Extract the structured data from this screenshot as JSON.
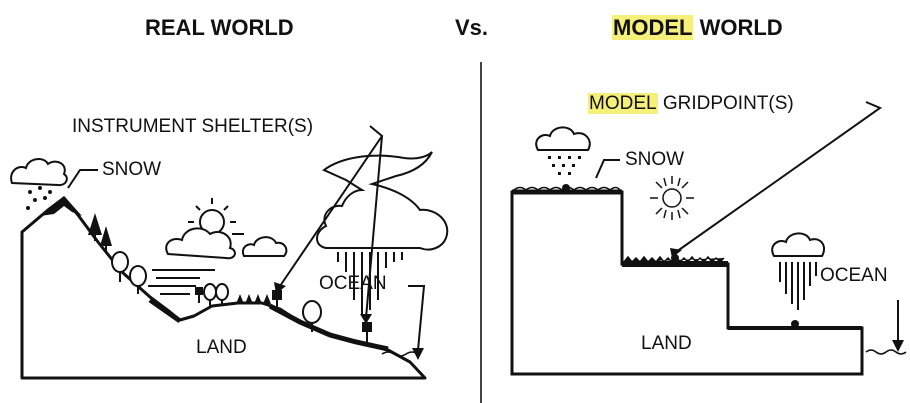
{
  "colors": {
    "highlight": "#f5f07a",
    "ink": "#111111"
  },
  "titles": {
    "left": "REAL WORLD",
    "vs": "Vs.",
    "right_highlight": "MODEL",
    "right_rest": " WORLD"
  },
  "left_panel": {
    "shelter_label": "INSTRUMENT SHELTER(S)",
    "snow_label": "SNOW",
    "land_label": "LAND",
    "ocean_label": "OCEAN"
  },
  "right_panel": {
    "gridpoint_highlight": "MODEL",
    "gridpoint_rest": " GRIDPOINT(S)",
    "snow_label": "SNOW",
    "land_label": "LAND",
    "ocean_label": "OCEAN"
  }
}
